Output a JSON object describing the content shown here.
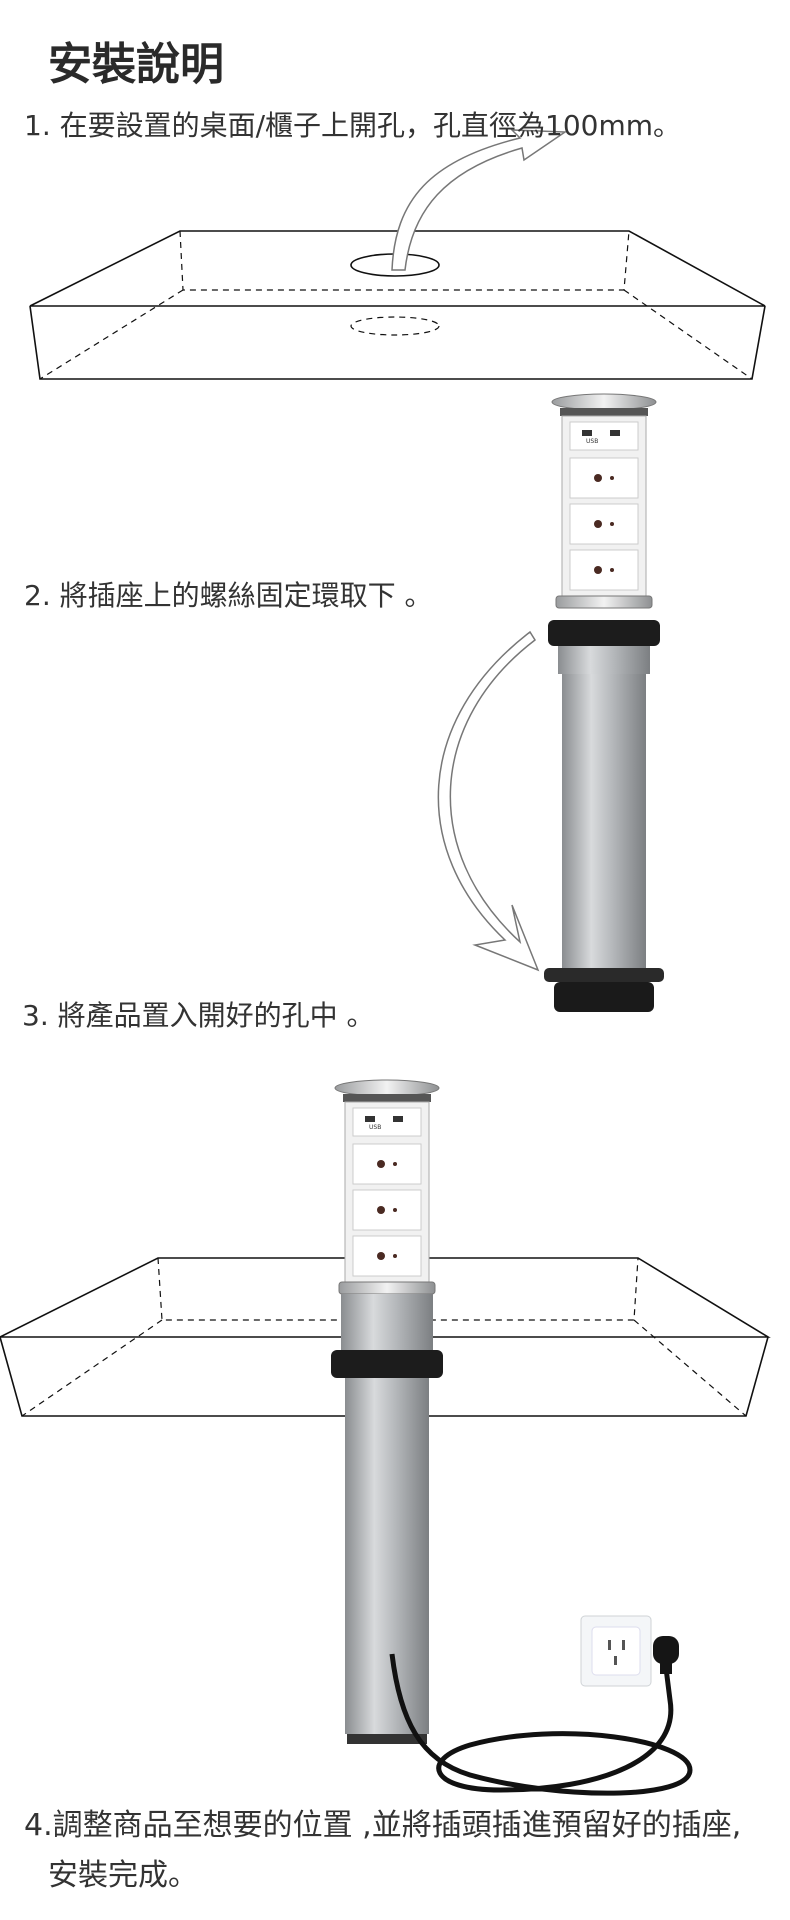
{
  "title": "安裝說明",
  "steps": [
    "1. 在要設置的桌面/櫃子上開孔，孔直徑為100mm。",
    "2. 將插座上的螺絲固定環取下 。",
    "3.  將產品置入開好的孔中 。",
    "4.調整商品至想要的位置 ,並將插頭插進預留好的插座,",
    "安裝完成。"
  ],
  "usb_label": "USB"
}
